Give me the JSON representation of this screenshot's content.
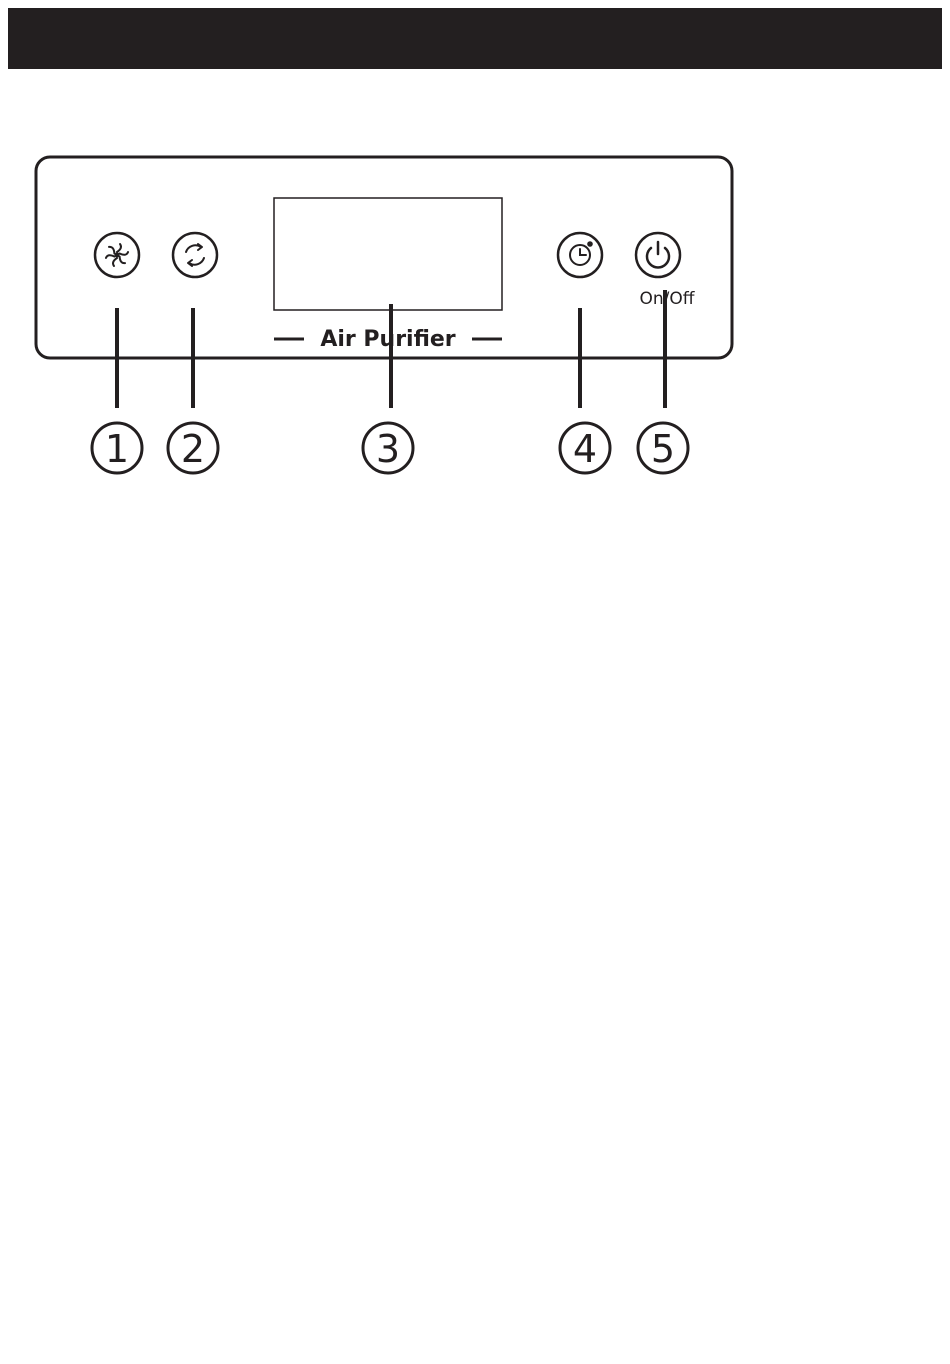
{
  "panel": {
    "brand_label": "Air Purifier",
    "power_caption": "On/Off"
  },
  "callouts": [
    {
      "number": "1",
      "target": "fan-speed-button"
    },
    {
      "number": "2",
      "target": "mode-button"
    },
    {
      "number": "3",
      "target": "display-screen"
    },
    {
      "number": "4",
      "target": "timer-button"
    },
    {
      "number": "5",
      "target": "power-button"
    }
  ],
  "colors": {
    "ink": "#231f20",
    "background": "#ffffff"
  }
}
